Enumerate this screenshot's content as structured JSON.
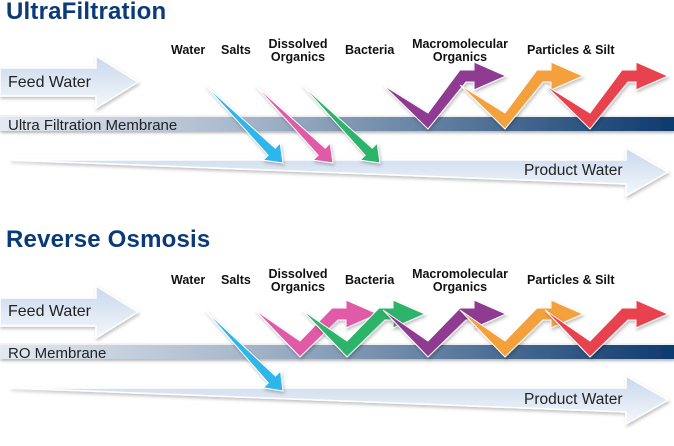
{
  "sections": [
    {
      "id": "ultrafiltration",
      "title": "UltraFiltration",
      "feed_label": "Feed Water",
      "membrane_label": "Ultra Filtration Membrane",
      "product_label": "Product Water",
      "contaminants": [
        {
          "name": "Water",
          "color": "#2db5ea",
          "passes_membrane": true
        },
        {
          "name": "Salts",
          "color": "#e05aa8",
          "passes_membrane": true
        },
        {
          "name": "Dissolved Organics",
          "color": "#2fb36a",
          "passes_membrane": true
        },
        {
          "name": "Bacteria",
          "color": "#8e3a91",
          "passes_membrane": false
        },
        {
          "name": "Macromolecular Organics",
          "color": "#f4a03c",
          "passes_membrane": false
        },
        {
          "name": "Particles & Silt",
          "color": "#e8424f",
          "passes_membrane": false
        }
      ],
      "labels": [
        "Water",
        "Salts",
        "Dissolved\nOrganics",
        "Bacteria",
        "Macromolecular\nOrganics",
        "Particles & Silt"
      ]
    },
    {
      "id": "reverse-osmosis",
      "title": "Reverse Osmosis",
      "feed_label": "Feed Water",
      "membrane_label": "RO Membrane",
      "product_label": "Product Water",
      "contaminants": [
        {
          "name": "Water",
          "color": "#2db5ea",
          "passes_membrane": true
        },
        {
          "name": "Salts",
          "color": "#e05aa8",
          "passes_membrane": false
        },
        {
          "name": "Dissolved Organics",
          "color": "#2fb36a",
          "passes_membrane": false
        },
        {
          "name": "Bacteria",
          "color": "#8e3a91",
          "passes_membrane": false
        },
        {
          "name": "Macromolecular Organics",
          "color": "#f4a03c",
          "passes_membrane": false
        },
        {
          "name": "Particles & Silt",
          "color": "#e8424f",
          "passes_membrane": false
        }
      ],
      "labels": [
        "Water",
        "Salts",
        "Dissolved\nOrganics",
        "Bacteria",
        "Macromolecular\nOrganics",
        "Particles & Silt"
      ]
    }
  ],
  "colors": {
    "title": "#0b3a78",
    "membrane_dark": "#0d3a6e",
    "membrane_light": "#e3e9f1",
    "flow_arrow": "#dfe9f5"
  }
}
